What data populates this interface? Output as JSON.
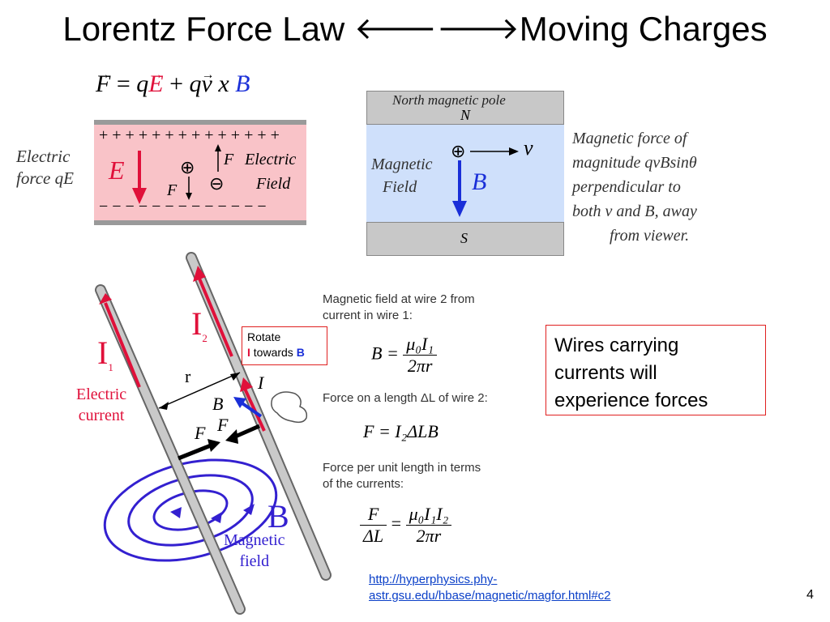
{
  "title": {
    "left": "Lorentz Force Law ",
    "arrow_left": "🡐",
    "arrow_right": "🡒",
    "right": "Moving Charges"
  },
  "lorentz_eq": {
    "F": "F",
    "eq": "=",
    "q1": "q",
    "E": "E",
    "plus": "+",
    "q2": "q",
    "v": "v",
    "x": "x",
    "B": "B"
  },
  "electric_panel": {
    "plus_row": "+ + + + + + + + + + + + + +",
    "minus_row": "− − − − − − − − − − − − −",
    "left_label_1": "Electric",
    "left_label_2": "force qE",
    "E": "E",
    "F_up": "F",
    "F_down": "F",
    "field_1": "Electric",
    "field_2": "Field",
    "plus_sym": "⊕",
    "minus_sym": "⊖"
  },
  "magnetic_panel": {
    "north": "North magnetic pole",
    "N": "N",
    "S": "S",
    "field_1": "Magnetic",
    "field_2": "Field",
    "v": "v",
    "B": "B",
    "plus_sym": "⊕"
  },
  "magnetic_force_text": [
    "Magnetic force of",
    "magnitude qvBsinθ",
    "perpendicular to",
    "both v and B, away",
    "from viewer."
  ],
  "wires_diagram": {
    "I1": "I",
    "I1_sub": "1",
    "I2": "I",
    "I2_sub": "2",
    "electric_current_1": "Electric",
    "electric_current_2": "current",
    "r": "r",
    "I": "I",
    "B_small": "B",
    "F1": "F",
    "F2": "F",
    "B_big": "B",
    "magnetic_field_1": "Magnetic",
    "magnetic_field_2": "field"
  },
  "rotate_box": {
    "line1": "Rotate",
    "I": "I",
    "towards": " towards ",
    "B": "B"
  },
  "hyperphysics": {
    "field_text_1": "Magnetic field at wire 2 from",
    "field_text_2": "current in wire 1:",
    "force_text": "Force on a length ΔL of wire 2:",
    "per_unit_1": "Force per unit length in terms",
    "per_unit_2": "of the currents:",
    "eq1_lhs": "B =",
    "eq1_num": "μ₀I₁",
    "eq1_den": "2πr",
    "eq2": "F = I₂ΔLB",
    "eq3_num_l": "F",
    "eq3_den_l": "ΔL",
    "eq3_eq": "=",
    "eq3_num_r": "μ₀I₁I₂",
    "eq3_den_r": "2πr"
  },
  "wires_box": {
    "line1": "Wires carrying",
    "line2": "currents will",
    "line3": "experience forces"
  },
  "url": {
    "line1": "http://hyperphysics.phy-",
    "line2": "astr.gsu.edu/hbase/magnetic/magfor.html#c2"
  },
  "page_number": "4",
  "colors": {
    "red": "#e0103a",
    "blue": "#1a2fd8",
    "pink_field": "#f9c3c8",
    "blue_field": "#cfe0fb",
    "gray_pole": "#c8c8c8"
  }
}
